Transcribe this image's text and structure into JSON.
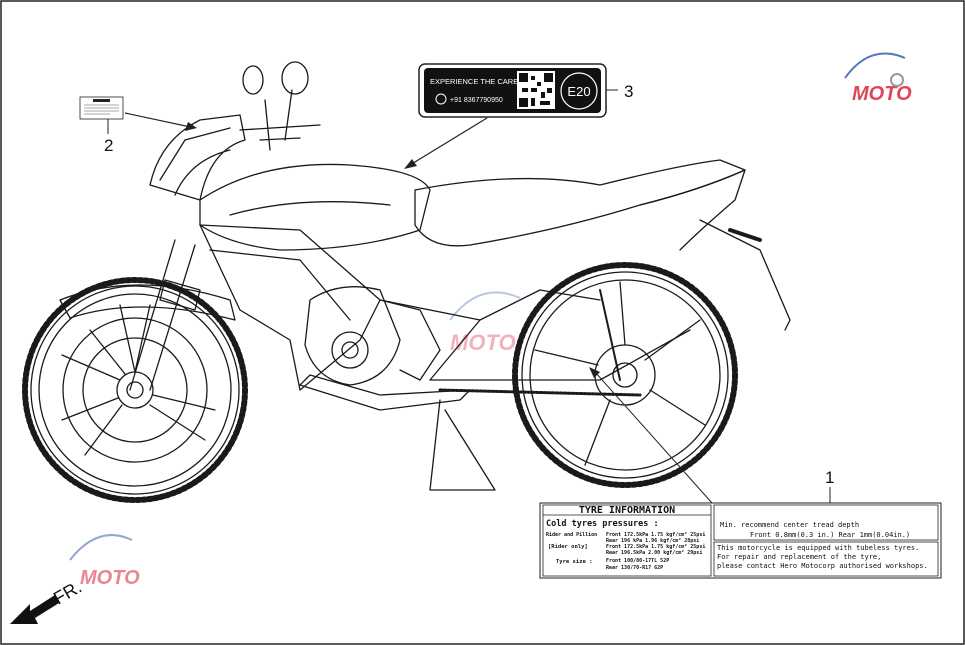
{
  "callouts": {
    "c1": "1",
    "c2": "2",
    "c3": "3"
  },
  "label3": {
    "line1": "EXPERIENCE THE CARE",
    "phone": "+91 8367790950",
    "badge": "E20"
  },
  "tyre_label": {
    "title": "TYRE INFORMATION",
    "cold": "Cold tyres pressures :",
    "rider_pillion": "Rider and Pillion",
    "rp_front": "Front 172.5kPa  1.75 kgf/cm² 25psi",
    "rp_rear": "Rear  196 kPa  1.96 kgf/cm² 28psi",
    "rider_only": "[Rider only]",
    "ro_front": "Front 172.5kPa  1.75 kgf/cm² 25psi",
    "ro_rear": "Rear  196.5kPa  2.00 kgf/cm² 29psi",
    "tyre_size": "Tyre size :",
    "ts_front": "Front 100/80-17TL  52P",
    "ts_rear": "Rear  130/70-R17   62P",
    "tread_title": "Min. recommend center tread depth",
    "tread_values": "Front 0.8mm(0.3 in.)   Rear 1mm(0.04in.)",
    "tubeless": "This motorcycle is equipped with tubeless tyres.",
    "repair1": "For repair and replacement of the tyre,",
    "repair2": "please contact Hero Motocorp authorised workshops."
  },
  "direction": "FR.",
  "watermark": "MOTO",
  "colors": {
    "line": "#1a1a1a",
    "label_bg": "#111111",
    "watermark_red": "#d9253a",
    "watermark_blue": "#3a5fb0"
  }
}
